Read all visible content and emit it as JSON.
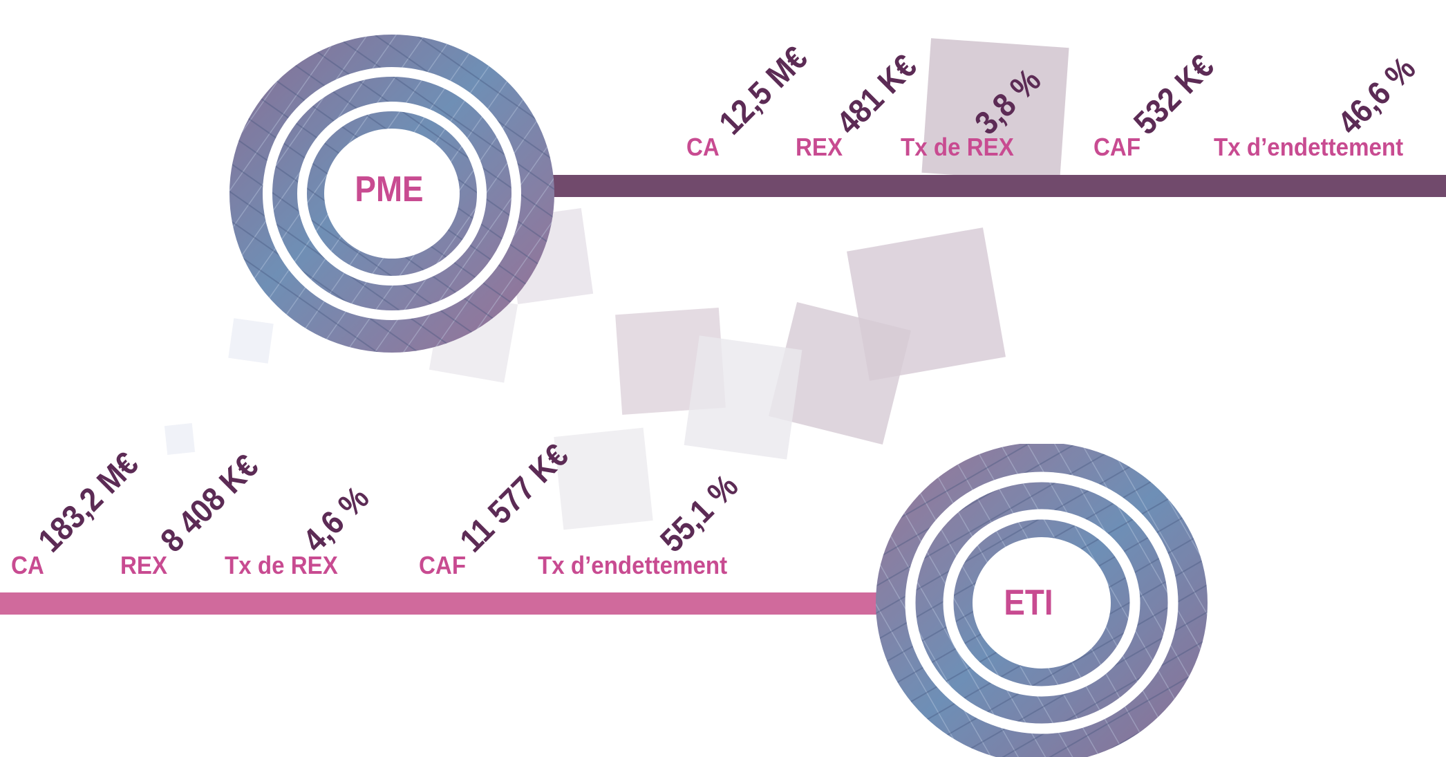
{
  "colors": {
    "pme_bar": "#714a6c",
    "eti_bar": "#d06a9c",
    "value_text": "#5c2b55",
    "label_text": "#c84b91",
    "square_tint": "#d8cdd6"
  },
  "pme": {
    "title": "PME",
    "metrics": [
      {
        "label": "CA",
        "value": "12,5 M€"
      },
      {
        "label": "REX",
        "value": "481 K€"
      },
      {
        "label": "Tx de REX",
        "value": "3,8 %"
      },
      {
        "label": "CAF",
        "value": "532 K€"
      },
      {
        "label": "Tx d’endettement",
        "value": "46,6 %"
      }
    ]
  },
  "eti": {
    "title": "ETI",
    "metrics": [
      {
        "label": "CA",
        "value": "183,2 M€"
      },
      {
        "label": "REX",
        "value": "8 408 K€"
      },
      {
        "label": "Tx de REX",
        "value": "4,6 %"
      },
      {
        "label": "CAF",
        "value": "11 577 K€"
      },
      {
        "label": "Tx d’endettement",
        "value": "55,1 %"
      }
    ]
  }
}
